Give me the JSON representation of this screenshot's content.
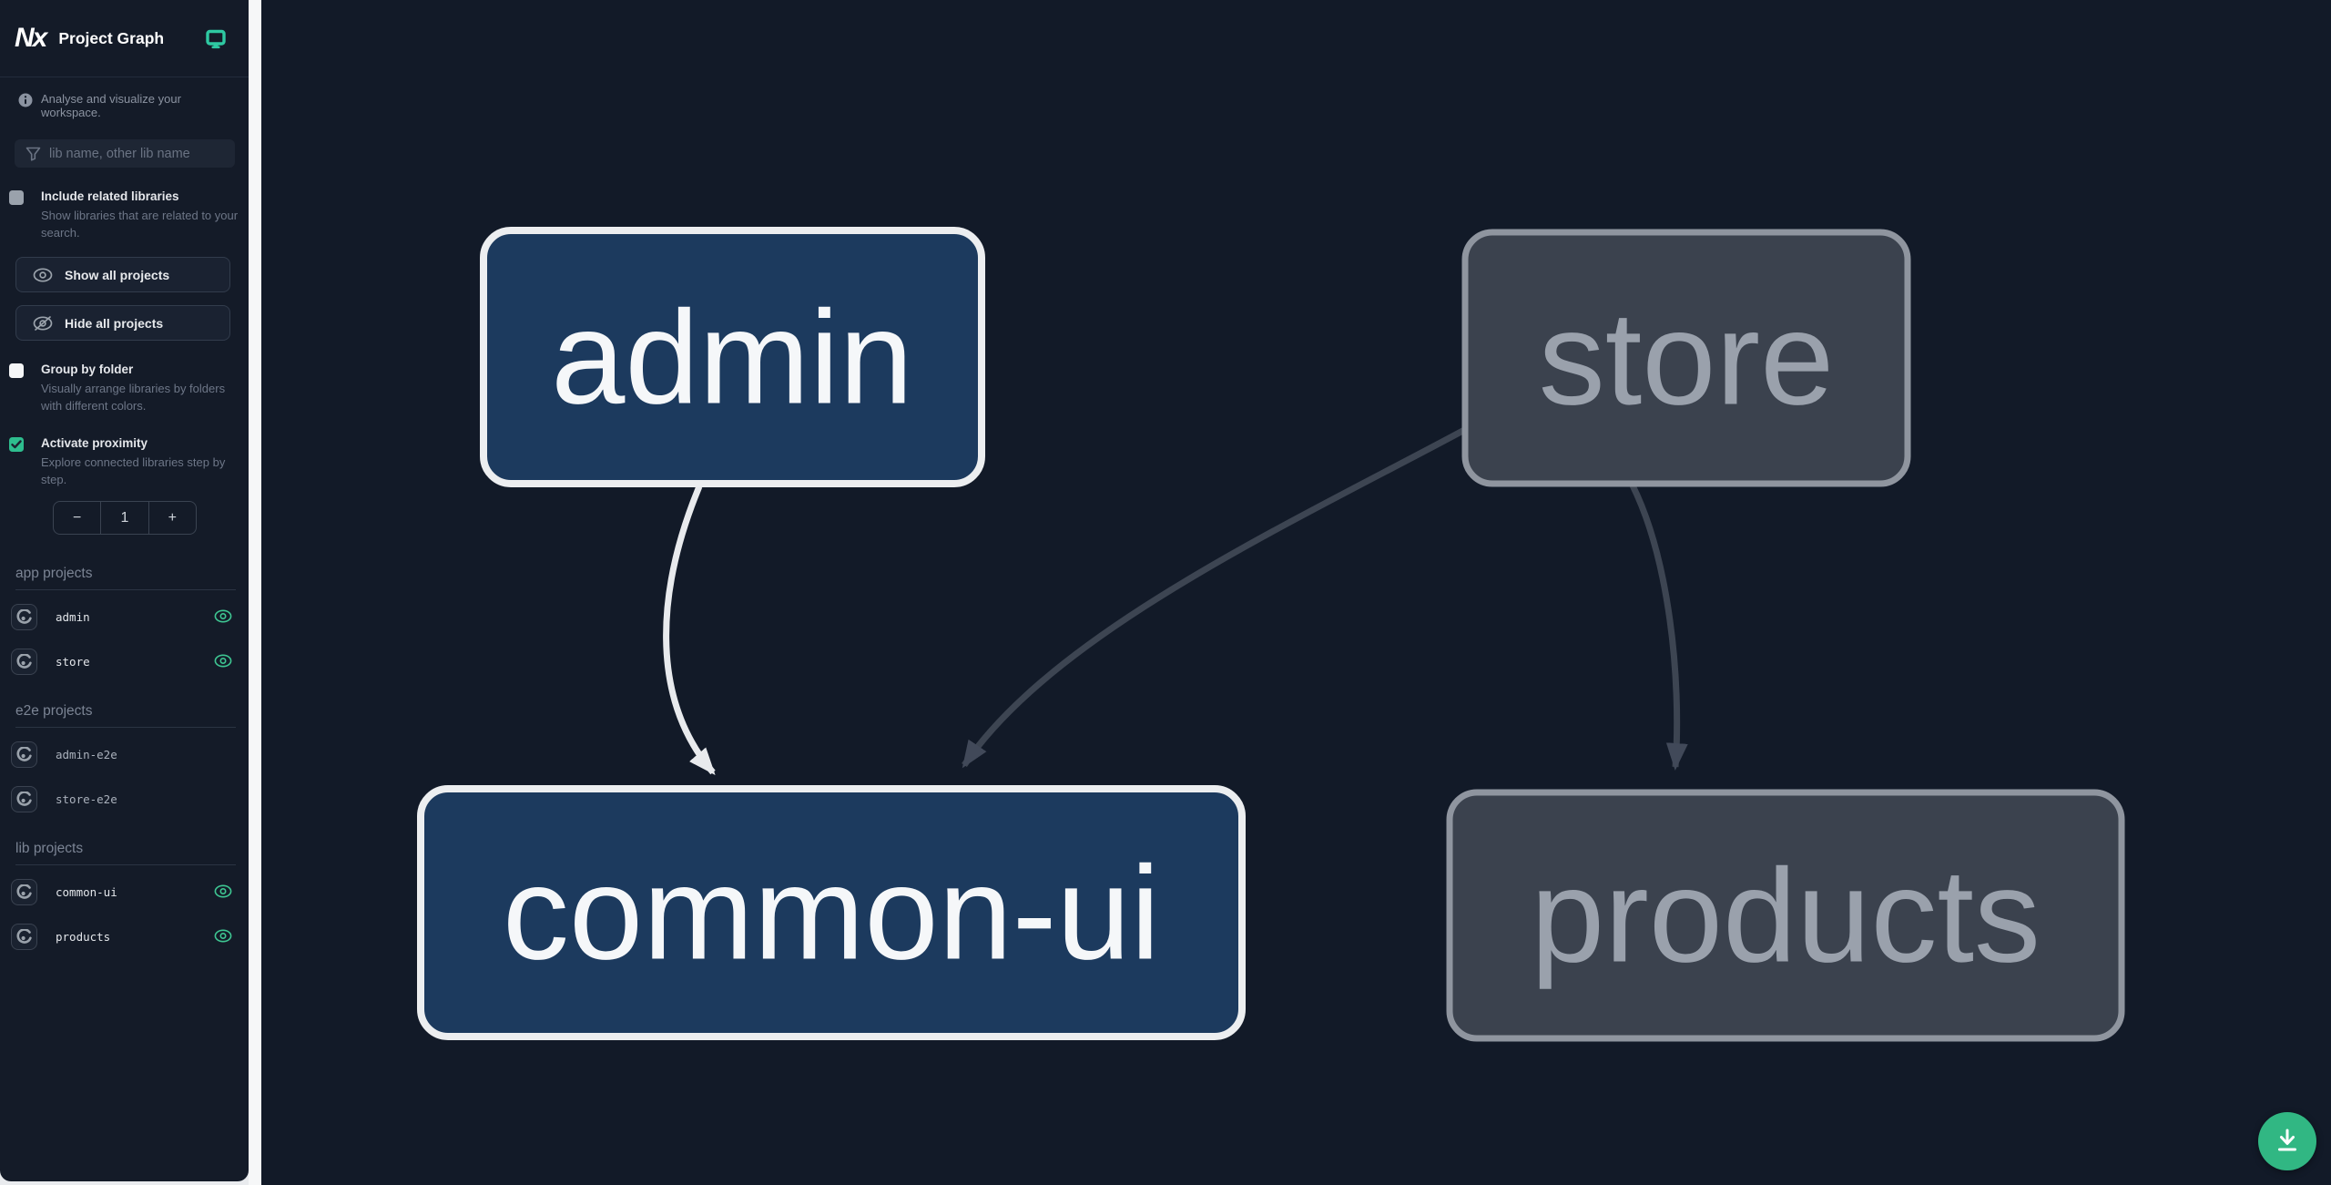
{
  "header": {
    "logo": "Nx",
    "title": "Project Graph"
  },
  "intro": {
    "text": "Analyse and visualize your workspace."
  },
  "search": {
    "placeholder": "lib name, other lib name"
  },
  "options": {
    "include_related": {
      "label": "Include related libraries",
      "description": "Show libraries that are related to your search.",
      "checked": false
    },
    "group_by_folder": {
      "label": "Group by folder",
      "description": "Visually arrange libraries by folders with different colors.",
      "checked": false
    },
    "proximity": {
      "label": "Activate proximity",
      "description": "Explore connected libraries step by step.",
      "checked": true,
      "value": "1",
      "decrement": "−",
      "increment": "+"
    }
  },
  "buttons": {
    "show_all": "Show all projects",
    "hide_all": "Hide all projects"
  },
  "sections": [
    {
      "title": "app projects",
      "items": [
        {
          "name": "admin",
          "visible": true
        },
        {
          "name": "store",
          "visible": true
        }
      ]
    },
    {
      "title": "e2e projects",
      "items": [
        {
          "name": "admin-e2e",
          "visible": false
        },
        {
          "name": "store-e2e",
          "visible": false
        }
      ]
    },
    {
      "title": "lib projects",
      "items": [
        {
          "name": "common-ui",
          "visible": true
        },
        {
          "name": "products",
          "visible": true
        }
      ]
    }
  ],
  "graph": {
    "nodes": [
      {
        "id": "admin",
        "label": "admin",
        "type": "app",
        "state": "focused"
      },
      {
        "id": "store",
        "label": "store",
        "type": "app",
        "state": "unfocused"
      },
      {
        "id": "common-ui",
        "label": "common-ui",
        "type": "lib",
        "state": "focused"
      },
      {
        "id": "products",
        "label": "products",
        "type": "lib",
        "state": "unfocused"
      }
    ],
    "edges": [
      {
        "from": "admin",
        "to": "common-ui",
        "highlighted": true
      },
      {
        "from": "store",
        "to": "common-ui",
        "highlighted": false
      },
      {
        "from": "store",
        "to": "products",
        "highlighted": false
      }
    ]
  },
  "colors": {
    "canvas_bg": "#121a28",
    "sidebar_bg": "#141b28",
    "node_focused_fill": "#1c3a5e",
    "node_focused_border": "#eceef0",
    "node_unfocused_fill": "#3b424e",
    "node_unfocused_border": "#8f959f",
    "edge_highlight": "#e8eaed",
    "edge_dim": "#3d4552",
    "accent_green": "#2ebd8e",
    "fab_green": "#31b783"
  },
  "fab": {
    "action": "download"
  }
}
